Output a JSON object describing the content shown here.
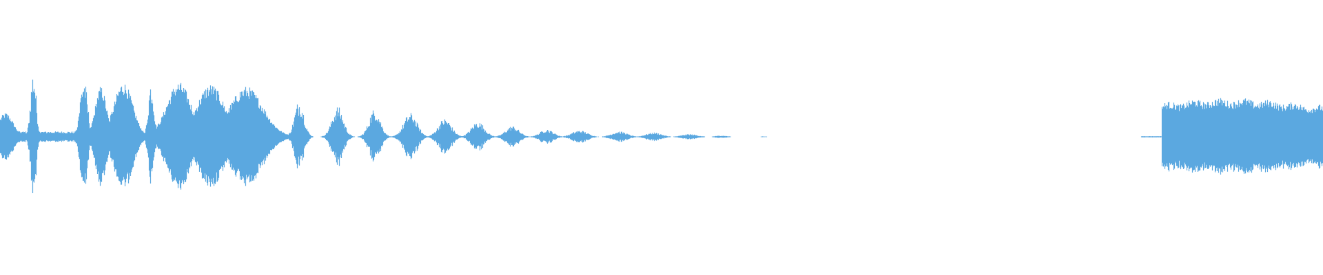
{
  "waveform": {
    "color": "#5ba8e0",
    "background": "#ffffff",
    "duration_fraction_active": [
      {
        "start": 0.0,
        "end": 0.58
      },
      {
        "start": 0.858,
        "end": 1.0
      }
    ],
    "segments": [
      {
        "kind": "burst",
        "center": 0.004,
        "width": 0.008,
        "amp": 0.22
      },
      {
        "kind": "spike",
        "center": 0.025,
        "width": 0.003,
        "amp": 0.62
      },
      {
        "kind": "bed",
        "start": 0.0,
        "end": 0.063,
        "amp": 0.05
      },
      {
        "kind": "spike",
        "center": 0.063,
        "width": 0.004,
        "amp": 0.55
      },
      {
        "kind": "burst",
        "center": 0.076,
        "width": 0.006,
        "amp": 0.46
      },
      {
        "kind": "burst",
        "center": 0.093,
        "width": 0.01,
        "amp": 0.5
      },
      {
        "kind": "spike",
        "center": 0.114,
        "width": 0.003,
        "amp": 0.52
      },
      {
        "kind": "burst",
        "center": 0.135,
        "width": 0.013,
        "amp": 0.5
      },
      {
        "kind": "burst",
        "center": 0.159,
        "width": 0.015,
        "amp": 0.48
      },
      {
        "kind": "burst",
        "center": 0.186,
        "width": 0.018,
        "amp": 0.46
      },
      {
        "kind": "spike",
        "center": 0.226,
        "width": 0.005,
        "amp": 0.34
      },
      {
        "kind": "spike",
        "center": 0.255,
        "width": 0.006,
        "amp": 0.28
      },
      {
        "kind": "spike",
        "center": 0.283,
        "width": 0.006,
        "amp": 0.26
      },
      {
        "kind": "spike",
        "center": 0.31,
        "width": 0.007,
        "amp": 0.22
      },
      {
        "kind": "spike",
        "center": 0.336,
        "width": 0.007,
        "amp": 0.17
      },
      {
        "kind": "spike",
        "center": 0.361,
        "width": 0.007,
        "amp": 0.14
      },
      {
        "kind": "spike",
        "center": 0.387,
        "width": 0.007,
        "amp": 0.1
      },
      {
        "kind": "spike",
        "center": 0.413,
        "width": 0.007,
        "amp": 0.07
      },
      {
        "kind": "spike",
        "center": 0.438,
        "width": 0.008,
        "amp": 0.06
      },
      {
        "kind": "spike",
        "center": 0.468,
        "width": 0.008,
        "amp": 0.05
      },
      {
        "kind": "spike",
        "center": 0.494,
        "width": 0.008,
        "amp": 0.04
      },
      {
        "kind": "spike",
        "center": 0.521,
        "width": 0.008,
        "amp": 0.025
      },
      {
        "kind": "spike",
        "center": 0.545,
        "width": 0.006,
        "amp": 0.012
      },
      {
        "kind": "spike",
        "center": 0.577,
        "width": 0.004,
        "amp": 0.004
      },
      {
        "kind": "bed",
        "start": 0.862,
        "end": 0.878,
        "amp": 0.006
      },
      {
        "kind": "block",
        "start": 0.878,
        "end": 1.0,
        "amp": 0.34
      }
    ]
  }
}
